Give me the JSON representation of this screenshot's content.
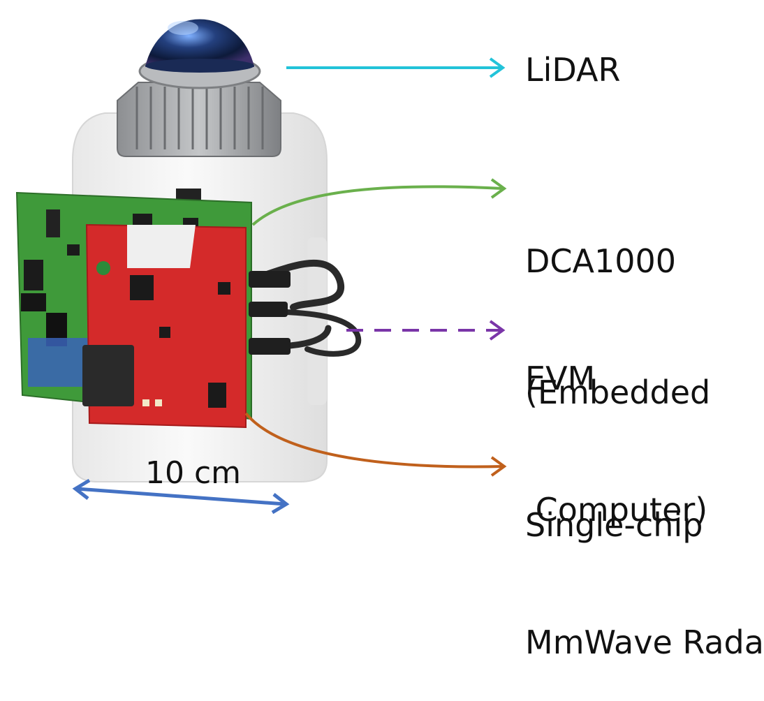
{
  "labels": {
    "lidar": "LiDAR",
    "dca_line1": "DCA1000",
    "dca_line2": "EVM",
    "embedded_line1": "(Embedded",
    "embedded_line2": " Computer)",
    "radar_line1": "Single-chip",
    "radar_line2": "MmWave Radar",
    "dimension": "10 cm"
  },
  "colors": {
    "lidar_arrow": "#22c3d9",
    "dca_arrow": "#6ab04c",
    "embedded_arrow": "#7a35a8",
    "radar_arrow": "#c0601c",
    "dimension_arrow": "#4472c4",
    "radar_board": "#d42a2a",
    "dca_board": "#3f9a3a",
    "enclosure": "#f2f2f2",
    "lidar_dome": "#1f3a7a"
  }
}
